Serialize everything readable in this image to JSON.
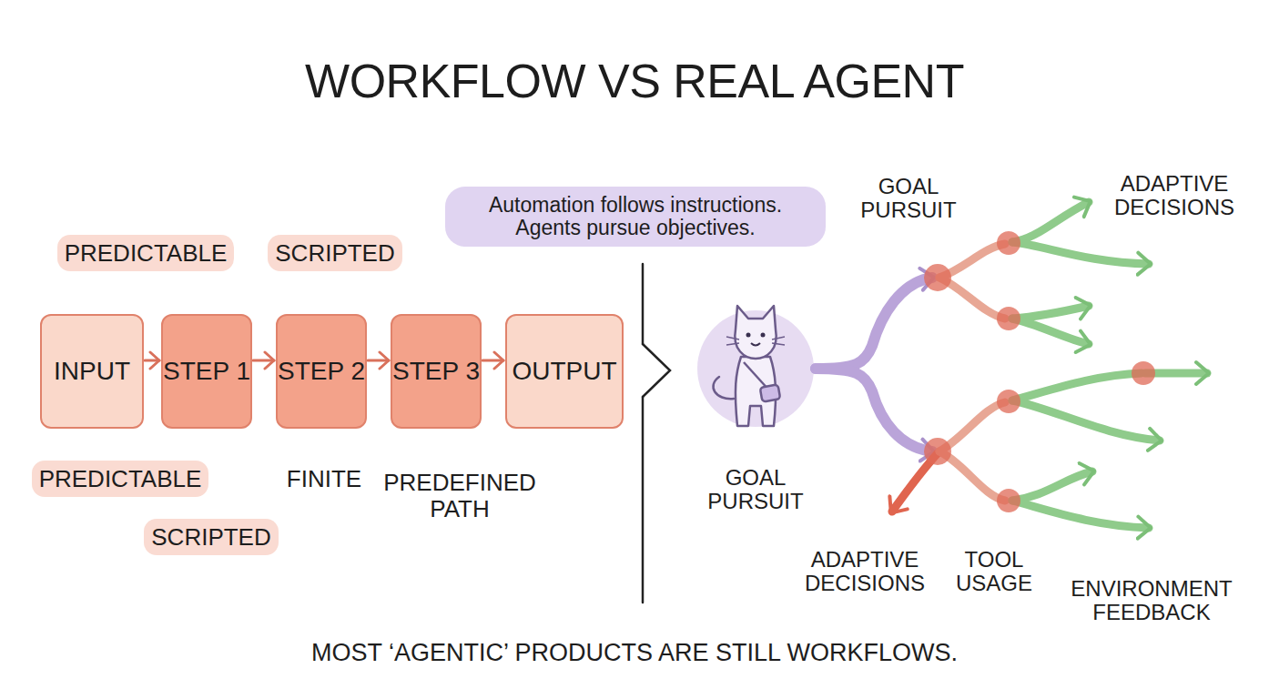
{
  "diagram": {
    "title": "WORKFLOW VS REAL AGENT",
    "caption": "MOST ‘AGENTIC’ PRODUCTS ARE STILL WORKFLOWS.",
    "nodes": [
      {
        "text": [
          "INPUT"
        ]
      },
      {
        "text": [
          "STEP 1"
        ]
      },
      {
        "text": [
          "STEP 2"
        ]
      },
      {
        "text": [
          "STEP 3"
        ]
      },
      {
        "text": [
          "OUTPUT"
        ]
      }
    ],
    "edges": [
      {
        "from": 0,
        "to": 1,
        "arrow": "to"
      },
      {
        "from": 1,
        "to": 2,
        "arrow": "to"
      },
      {
        "from": 2,
        "to": 3,
        "arrow": "to"
      },
      {
        "from": 3,
        "to": 4,
        "arrow": "to"
      }
    ],
    "labels": [
      "PREDICTABLE",
      "SCRIPTED",
      "Automation follows instructions. Agents pursue objectives.",
      "PREDICTABLE",
      "FINITE",
      "PREDEFINED PATH",
      "SCRIPTED",
      "GOAL PURSUIT",
      "ADAPTIVE DECISIONS",
      "GOAL PURSUIT",
      "ADAPTIVE DECISIONS",
      "TOOL USAGE",
      "ENVIRONMENT FEEDBACK"
    ]
  }
}
